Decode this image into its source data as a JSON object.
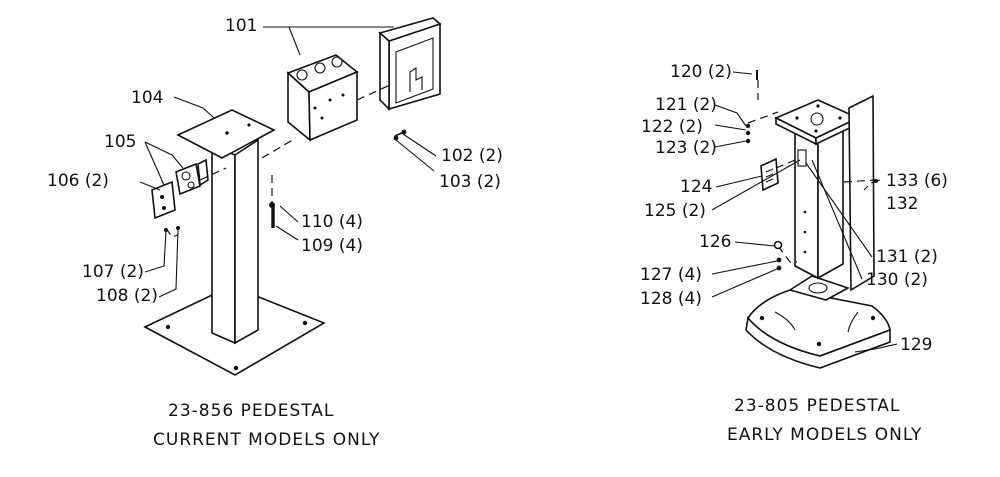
{
  "left_assembly": {
    "caption_line1": "23-856 PEDESTAL",
    "caption_line2": "CURRENT MODELS ONLY",
    "callouts": [
      "101",
      "104",
      "105",
      "106 (2)",
      "107 (2)",
      "108 (2)",
      "102 (2)",
      "103 (2)",
      "110 (4)",
      "109 (4)"
    ]
  },
  "right_assembly": {
    "caption_line1": "23-805 PEDESTAL",
    "caption_line2": "EARLY MODELS ONLY",
    "callouts": [
      "120 (2)",
      "121 (2)",
      "122 (2)",
      "123 (2)",
      "124",
      "125 (2)",
      "126",
      "127 (4)",
      "128 (4)",
      "133 (6)",
      "132",
      "131 (2)",
      "130 (2)",
      "129"
    ]
  }
}
